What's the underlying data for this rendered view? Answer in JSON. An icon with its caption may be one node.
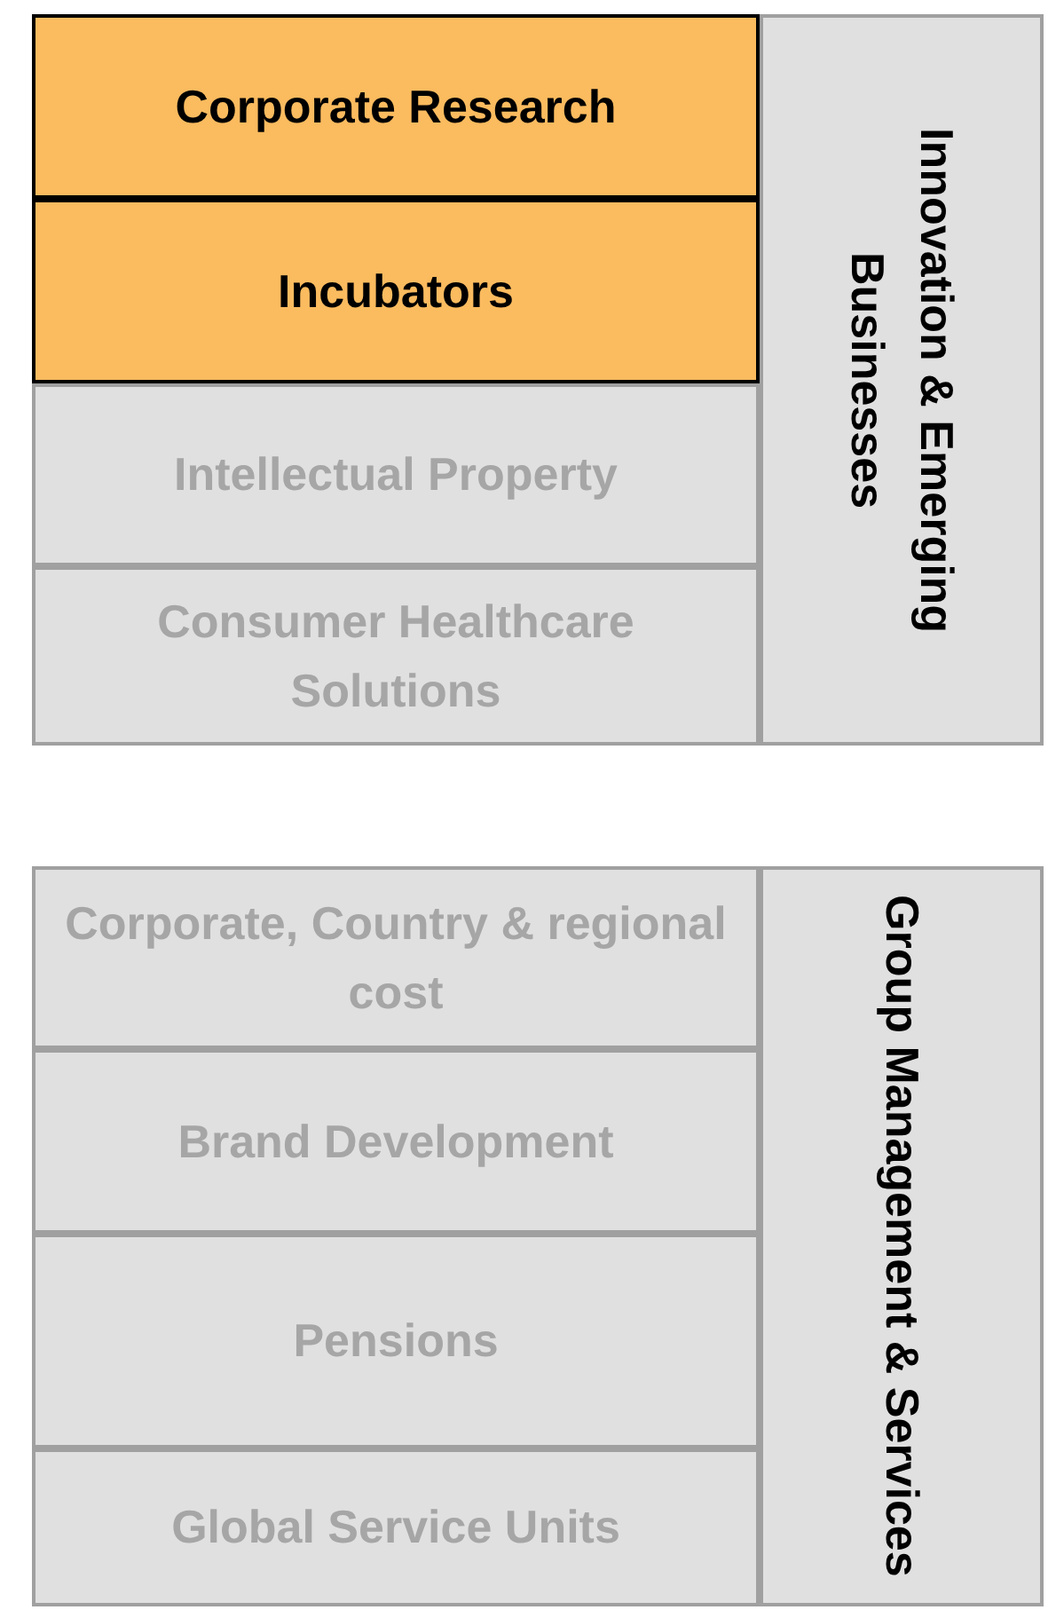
{
  "diagram": {
    "nodes": [
      {
        "text": [
          "Corporate Research"
        ]
      },
      {
        "text": [
          "Incubators"
        ]
      },
      {
        "text": [
          "Intellectual Property"
        ]
      },
      {
        "text": [
          "Consumer Healthcare Solutions"
        ]
      },
      {
        "text": [
          "Innovation & Emerging Businesses"
        ]
      },
      {
        "text": [
          "Corporate, Country & regional cost"
        ]
      },
      {
        "text": [
          "Brand Development"
        ]
      },
      {
        "text": [
          "Pensions"
        ]
      },
      {
        "text": [
          "Global Service Units"
        ]
      },
      {
        "text": [
          "Group Management & Services"
        ]
      }
    ]
  }
}
